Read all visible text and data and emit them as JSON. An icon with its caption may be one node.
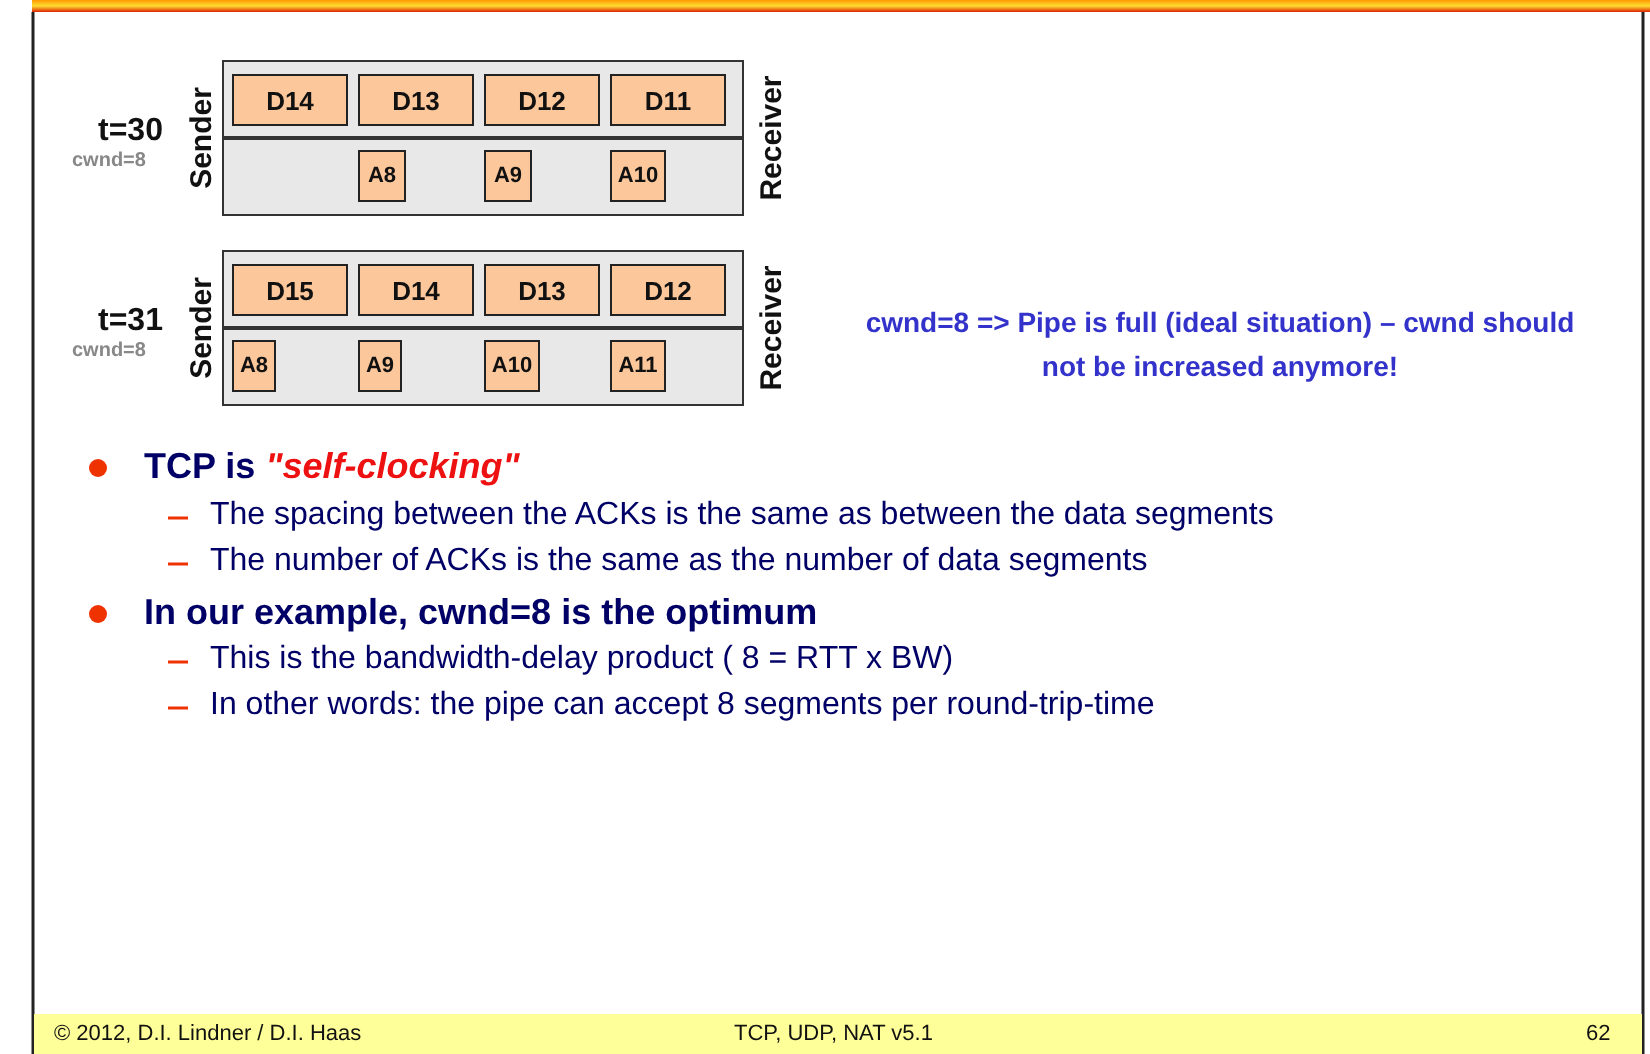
{
  "diagram": {
    "nodes": [
      {
        "text": [],
        "shape": "box"
      },
      {
        "text": [
          "D14"
        ],
        "in": 0
      },
      {
        "text": [
          "D13"
        ],
        "in": 0
      },
      {
        "text": [
          "D12"
        ],
        "in": 0
      },
      {
        "text": [
          "D11"
        ],
        "in": 0
      },
      {
        "text": [
          "A8"
        ],
        "in": 0
      },
      {
        "text": [
          "A9"
        ],
        "in": 0
      },
      {
        "text": [
          "A10"
        ],
        "in": 0
      },
      {
        "text": [],
        "shape": "box"
      },
      {
        "text": [
          "D15"
        ],
        "in": 8
      },
      {
        "text": [
          "D14"
        ],
        "in": 8
      },
      {
        "text": [
          "D13"
        ],
        "in": 8
      },
      {
        "text": [
          "D12"
        ],
        "in": 8
      },
      {
        "text": [
          "A8"
        ],
        "in": 8
      },
      {
        "text": [
          "A9"
        ],
        "in": 8
      },
      {
        "text": [
          "A10"
        ],
        "in": 8
      },
      {
        "text": [
          "A11"
        ],
        "in": 8
      }
    ],
    "labels": [
      "t=30",
      "cwnd=8",
      "Sender",
      "Receiver",
      "t=31",
      "cwnd=8",
      "Sender",
      "Receiver",
      "cwnd=8 => Pipe is full (ideal situation) – cwnd should not be increased anymore!",
      "TCP is *\"self-clocking\"*",
      "The spacing between the ACKs is the same as between the data segments",
      "The number of ACKs is the same as the number of data segments",
      "In our example, cwnd=8 is the optimum",
      "This is the bandwidth-delay product ( 8 = RTT x BW)",
      "In other words: the pipe can accept 8 segments per round-trip-time",
      "© 2012, D.I. Lindner / D.I. Haas",
      "TCP, UDP, NAT v5.1",
      "62"
    ]
  }
}
